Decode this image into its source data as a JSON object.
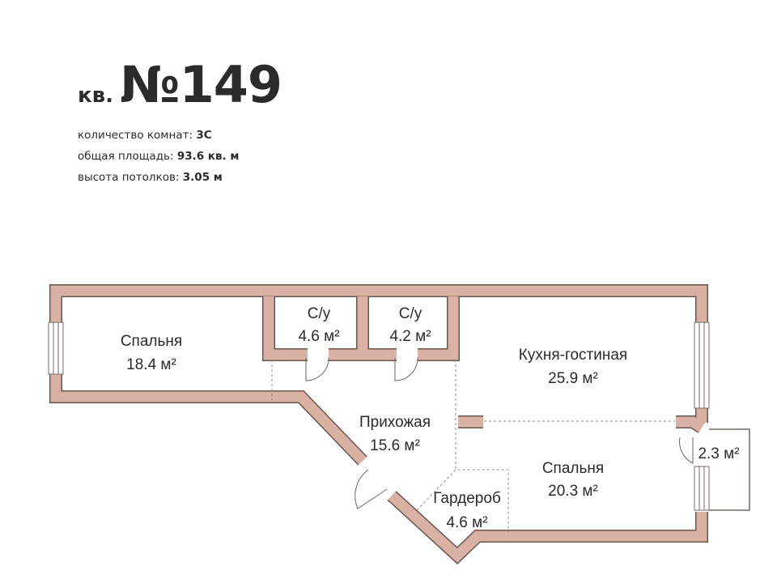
{
  "header": {
    "prefix": "кв.",
    "number": "№149"
  },
  "info": [
    {
      "label": "количество комнат:",
      "value": "3С"
    },
    {
      "label": "общая площадь:",
      "value": "93.6 кв. м"
    },
    {
      "label": "высота потолков:",
      "value": "3.05 м"
    }
  ],
  "rooms": [
    {
      "name": "Спальня",
      "area": "18.4 м²"
    },
    {
      "name": "С/у",
      "area": "4.6 м²"
    },
    {
      "name": "С/у",
      "area": "4.2 м²"
    },
    {
      "name": "Кухня-гостиная",
      "area": "25.9 м²"
    },
    {
      "name": "Прихожая",
      "area": "15.6 м²"
    },
    {
      "name": "Спальня",
      "area": "20.3 м²"
    },
    {
      "name": "Гардероб",
      "area": "4.6 м²"
    },
    {
      "name": "",
      "area": "2.3 м²"
    }
  ],
  "colors": {
    "wall": "#d9b1a5",
    "outline": "#5a4a46",
    "text": "#2b2b2b"
  }
}
